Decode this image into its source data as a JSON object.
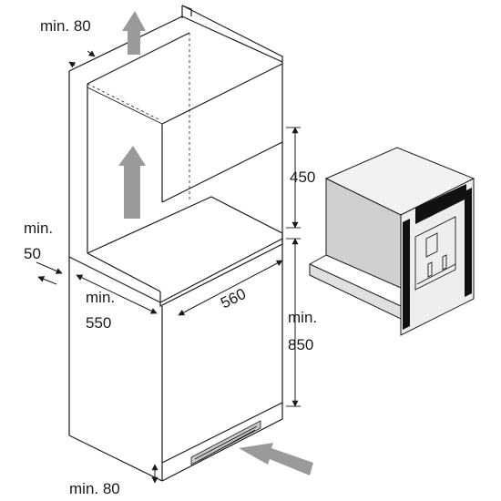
{
  "labels": {
    "top_clearance": "min. 80",
    "niche_height": "450",
    "side_gap_min": "min.",
    "side_gap_value": "50",
    "niche_width": "560",
    "depth_min": "min.",
    "depth_value": "550",
    "floor_height_min": "min.",
    "floor_height_value": "850",
    "bottom_clearance": "min. 80"
  },
  "colors": {
    "line": "#1a1a1a",
    "arrow_fill": "#9a9a9a",
    "appliance_front": "#eeeeee",
    "appliance_side": "#d0d0d0",
    "panel_dark": "#111111",
    "vent": "#c7c7c7"
  },
  "icons": {
    "airflow_up": "airflow-up-arrow-icon",
    "airflow_in": "airflow-in-arrow-icon",
    "appliance": "coffee-machine-icon"
  }
}
